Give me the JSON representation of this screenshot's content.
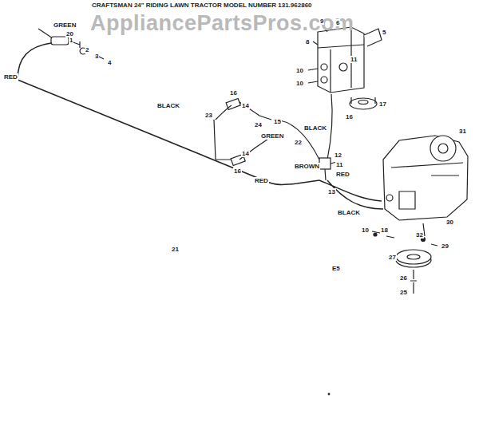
{
  "diagram": {
    "title": "CRAFTSMAN 24\" RIDING LAWN TRACTOR MODEL NUMBER 131.962860",
    "labels": [
      "AppliancePartsPros.com",
      "GREEN",
      "20",
      "1",
      "2",
      "3",
      "4",
      "RED",
      "BLACK",
      "9",
      "8",
      "6",
      "5",
      "10",
      "10",
      "11",
      "17",
      "16",
      "16",
      "23",
      "14",
      "24",
      "15",
      "GREEN",
      "BLACK",
      "22",
      "14",
      "16",
      "12",
      "BROWN",
      "11",
      "RED",
      "RED",
      "13",
      "BLACK",
      "21",
      "31",
      "30",
      "10",
      "18",
      "32",
      "29",
      "27",
      "26",
      "25",
      "E5"
    ]
  }
}
